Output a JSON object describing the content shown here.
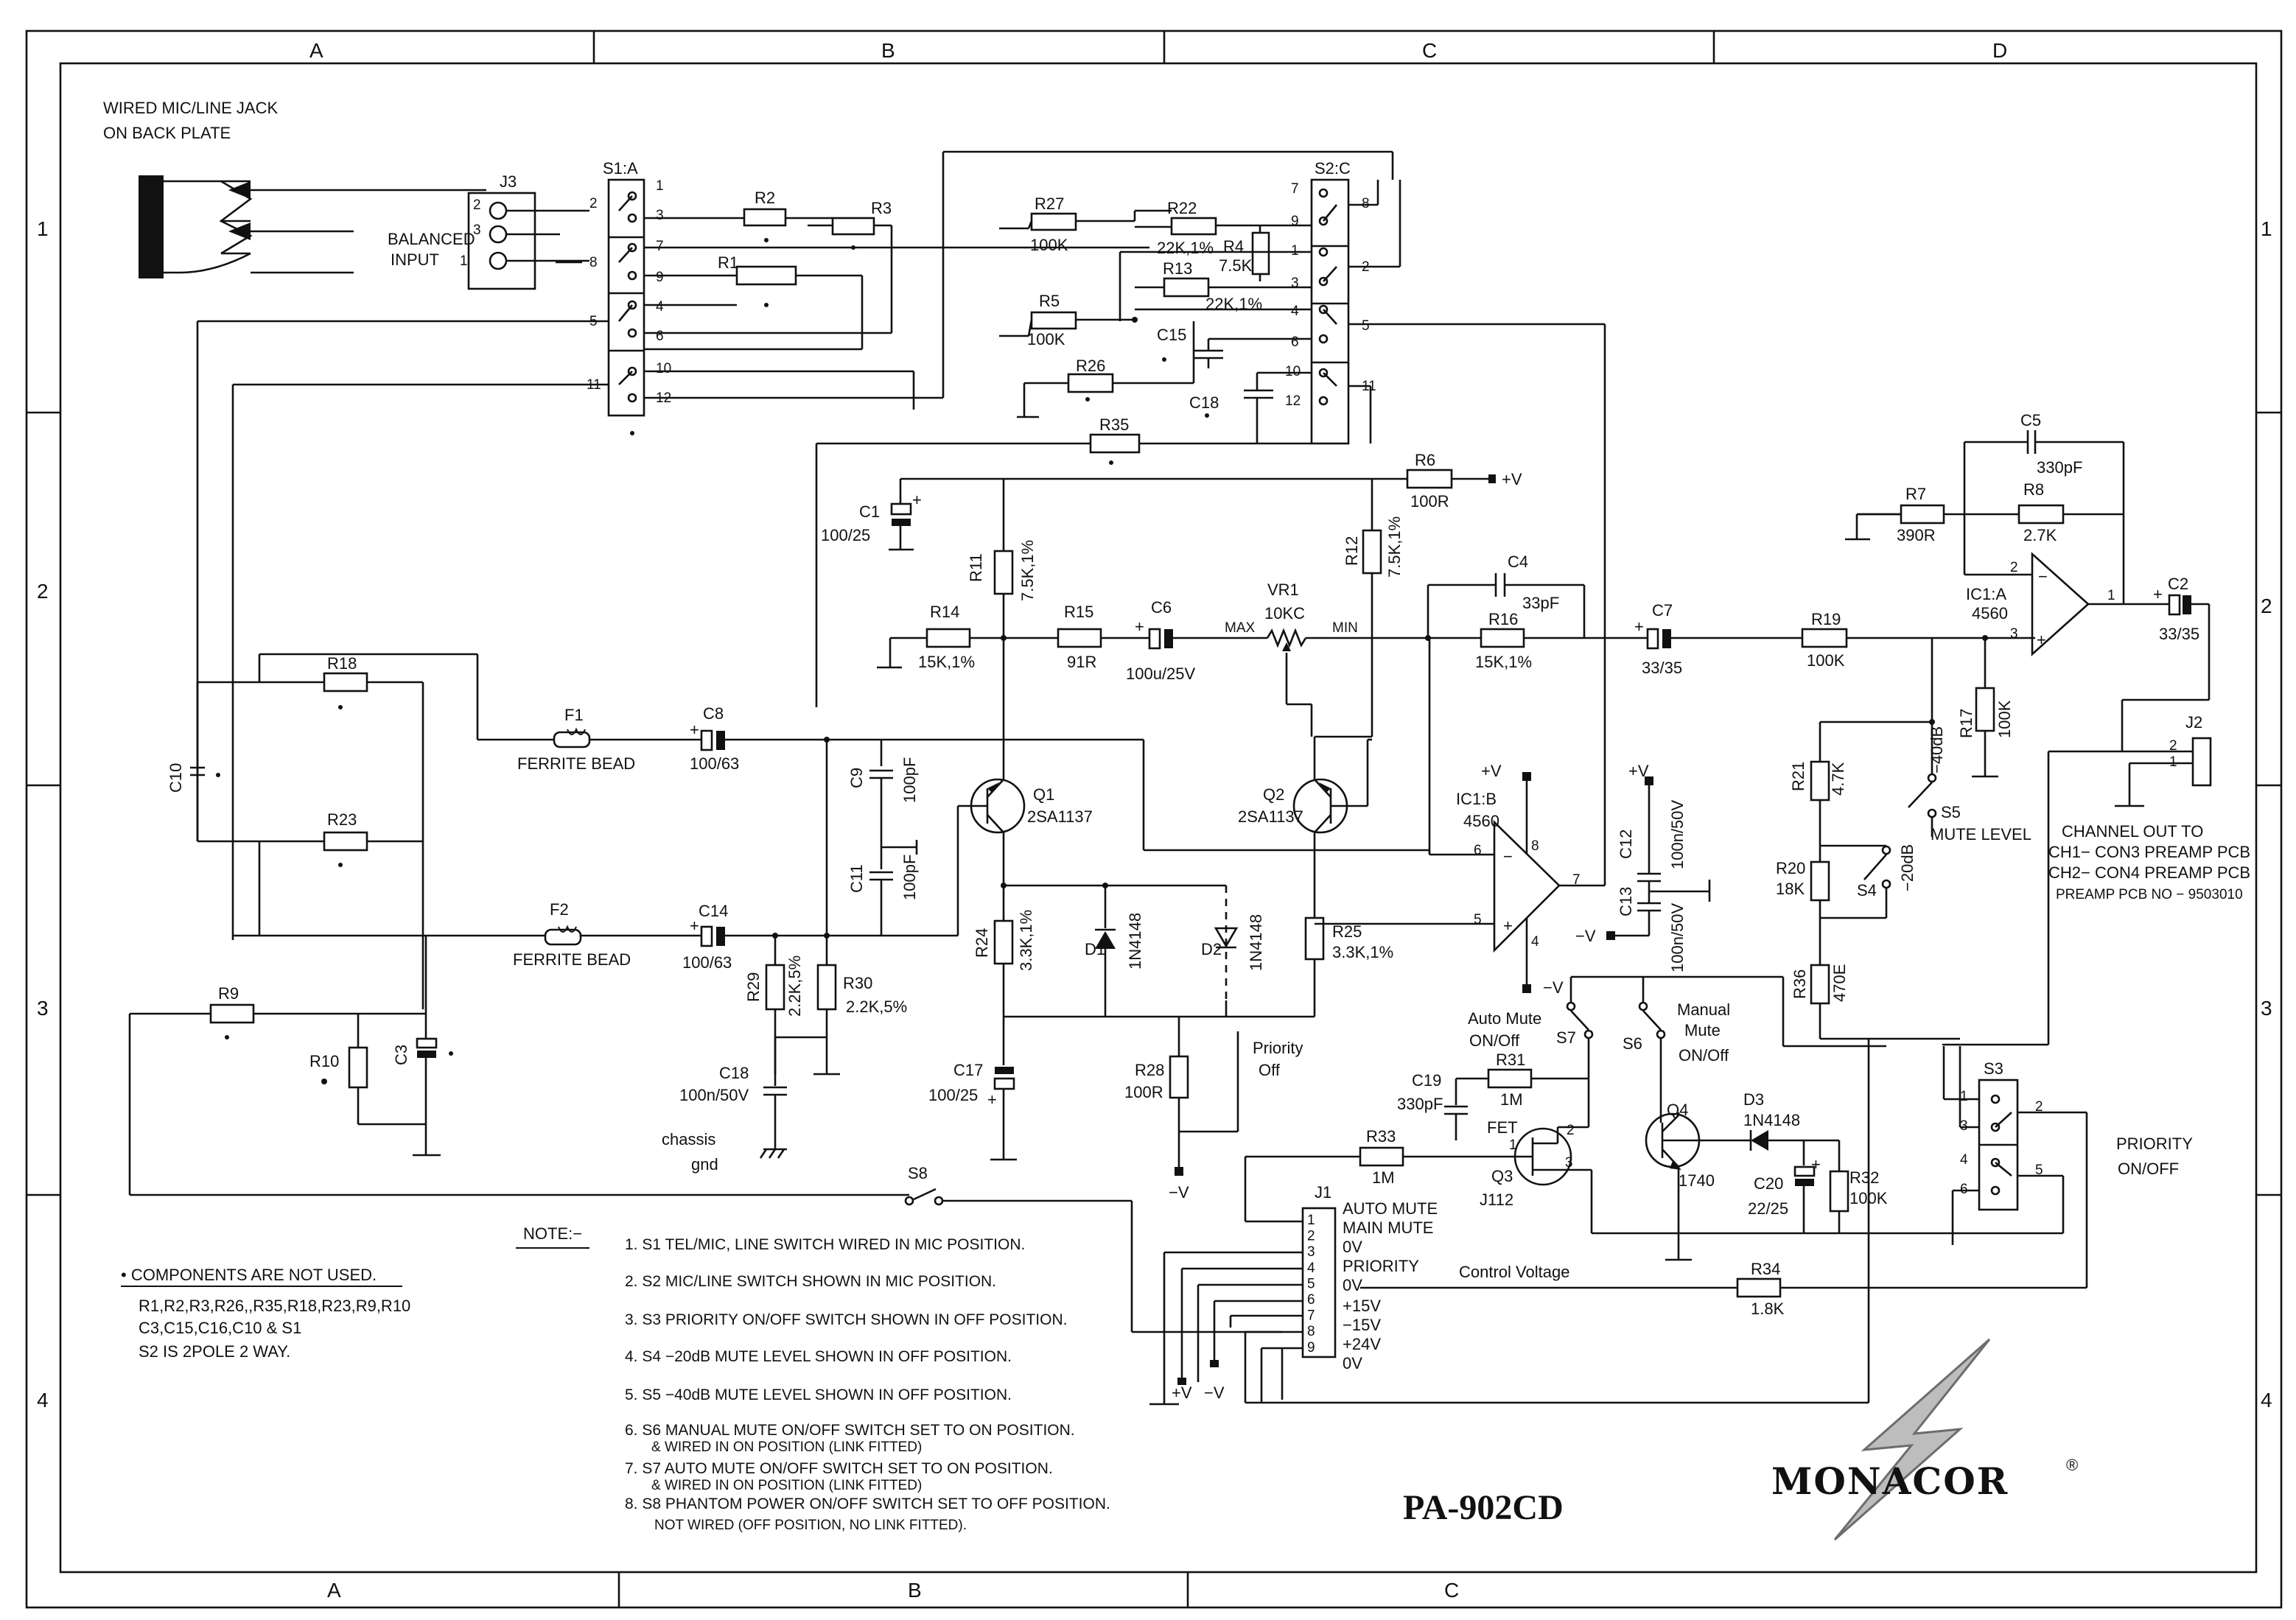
{
  "title_block": {
    "model": "PA-902CD",
    "brand": "MONACOR",
    "brand_mark": "®"
  },
  "grid": {
    "top_cols": [
      "A",
      "B",
      "C",
      "D"
    ],
    "bottom_cols": [
      "A",
      "B",
      "C"
    ],
    "rows": [
      "1",
      "2",
      "3",
      "4"
    ]
  },
  "header_note": [
    "WIRED MIC/LINE JACK",
    "ON BACK PLATE"
  ],
  "connectors": {
    "j3": "J3",
    "balanced": [
      "BALANCED",
      "INPUT"
    ],
    "j3_pins": [
      "2",
      "3",
      "1"
    ],
    "j2": "J2",
    "j2_pins": [
      "1",
      "2"
    ],
    "j1": "J1",
    "j1_pins": [
      "1",
      "2",
      "3",
      "4",
      "5",
      "6",
      "7",
      "8",
      "9"
    ],
    "j1_labels": [
      "AUTO MUTE",
      "MAIN MUTE",
      "0V",
      "PRIORITY",
      "0V",
      "+15V",
      "−15V",
      "+24V",
      "0V"
    ]
  },
  "switches": {
    "s1a": "S1:A",
    "s1_pins": [
      "1",
      "2",
      "3",
      "7",
      "8",
      "9",
      "4",
      "5",
      "6",
      "10",
      "11",
      "12"
    ],
    "s2c": "S2:C",
    "s2_pins": [
      "7",
      "8",
      "9",
      "1",
      "2",
      "3",
      "4",
      "5",
      "6",
      "10",
      "11",
      "12"
    ],
    "s3": "S3",
    "s3_pins": [
      "1",
      "2",
      "3",
      "4",
      "5",
      "6"
    ],
    "s4": "S4",
    "s4_label": "−20dB",
    "s5": "S5",
    "s5_label": "−40dB",
    "s5_desc": "MUTE LEVEL",
    "s6": "S6",
    "s6_desc": [
      "Manual",
      "Mute",
      "ON/Off"
    ],
    "s7": "S7",
    "s7_desc": [
      "Auto Mute",
      "ON/Off"
    ],
    "s8": "S8",
    "priority": [
      "PRIORITY",
      "ON/OFF"
    ],
    "priority_off": [
      "Priority",
      "Off"
    ]
  },
  "components": {
    "R1": "R1",
    "R2": "R2",
    "R3": "R3",
    "R27": "R27",
    "R27v": "100K",
    "R22": "R22",
    "R22v": "22K,1%",
    "R4": "R4",
    "R4v": "7.5K",
    "R13": "R13",
    "R13v": "22K,1%",
    "R5": "R5",
    "R5v": "100K",
    "C15": "C15",
    "R26": "R26",
    "C18a": "C18",
    "R35": "R35",
    "R6": "R6",
    "R6v": "100R",
    "C1": "C1",
    "C1v": "100/25",
    "R11": "R11",
    "R11v": "7.5K,1%",
    "R12": "R12",
    "R12v": "7.5K,1%",
    "C4": "C4",
    "C4v": "33pF",
    "R14": "R14",
    "R14v": "15K,1%",
    "R15": "R15",
    "R15v": "91R",
    "C6": "C6",
    "C6v": "100u/25V",
    "VR1": "VR1",
    "VR1v": "10KC",
    "MAX": "MAX",
    "MIN": "MIN",
    "R16": "R16",
    "R16v": "15K,1%",
    "C7": "C7",
    "C7v": "33/35",
    "R19": "R19",
    "R19v": "100K",
    "R17": "R17",
    "R17v": "100K",
    "C5": "C5",
    "C5v": "330pF",
    "R7": "R7",
    "R7v": "390R",
    "R8": "R8",
    "R8v": "2.7K",
    "IC1A": "IC1:A",
    "IC1Av": "4560",
    "C2": "C2",
    "C2v": "33/35",
    "R18": "R18",
    "R23": "R23",
    "C10": "C10",
    "F1": "F1",
    "F1v": "FERRITE BEAD",
    "F2": "F2",
    "F2v": "FERRITE BEAD",
    "C8": "C8",
    "C8v": "100/63",
    "C14": "C14",
    "C14v": "100/63",
    "C9": "C9",
    "C9v": "100pF",
    "C11": "C11",
    "C11v": "100pF",
    "Q1": "Q1",
    "Q1v": "2SA1137",
    "Q2": "Q2",
    "Q2v": "2SA1137",
    "IC1B": "IC1:B",
    "IC1Bv": "4560",
    "C12": "C12",
    "C12v": "100n/50V",
    "C13": "C13",
    "C13v": "100n/50V",
    "R21": "R21",
    "R21v": "4.7K",
    "R20": "R20",
    "R20v": "18K",
    "R36": "R36",
    "R36v": "470E",
    "R24": "R24",
    "R24v": "3.3K,1%",
    "D1": "D1",
    "D1v": "1N4148",
    "D2": "D2",
    "D2v": "1N4148",
    "R25": "R25",
    "R25v": "3.3K,1%",
    "R29": "R29",
    "R29v": "2.2K,5%",
    "R30": "R30",
    "R30v": "2.2K,5%",
    "C18b": "C18",
    "C18bv": "100n/50V",
    "C17": "C17",
    "C17v": "100/25",
    "R28": "R28",
    "R28v": "100R",
    "R9": "R9",
    "R10": "R10",
    "C3": "C3",
    "C19": "C19",
    "C19v": "330pF",
    "R31": "R31",
    "R31v": "1M",
    "R33": "R33",
    "R33v": "1M",
    "FET": "FET",
    "Q3": "Q3",
    "Q3v": "J112",
    "Q4": "Q4",
    "Q4v": "1740",
    "D3": "D3",
    "D3v": "1N4148",
    "C20": "C20",
    "C20v": "22/25",
    "R32": "R32",
    "R32v": "100K",
    "R34": "R34",
    "R34v": "1.8K"
  },
  "rails": {
    "pv": "+V",
    "nv": "−V",
    "chassis": [
      "chassis",
      "gnd"
    ]
  },
  "labels": {
    "ctrl_voltage": "Control Voltage",
    "channel_out": [
      "CHANNEL OUT TO",
      "CH1− CON3 PREAMP PCB",
      "CH2− CON4 PREAMP PCB",
      "PREAMP PCB NO − 9503010"
    ],
    "ic_pins": {
      "p1": "1",
      "p2": "2",
      "p3": "3",
      "p4": "4",
      "p5": "5",
      "p6": "6",
      "p7": "7",
      "p8": "8"
    },
    "fet_pins": {
      "p1": "1",
      "p2": "2",
      "p3": "3"
    }
  },
  "not_used": {
    "heading": "• COMPONENTS ARE NOT USED.",
    "lines": [
      "R1,R2,R3,R26,,R35,R18,R23,R9,R10",
      "C3,C15,C16,C10 & S1",
      "S2 IS 2POLE 2 WAY."
    ]
  },
  "notes": {
    "heading": "NOTE:−",
    "items": [
      "1.  S1 TEL/MIC, LINE SWITCH WIRED IN MIC POSITION.",
      "2.  S2 MIC/LINE SWITCH SHOWN IN MIC POSITION.",
      "3.  S3 PRIORITY ON/OFF SWITCH SHOWN IN OFF POSITION.",
      "4.  S4 −20dB MUTE LEVEL SHOWN IN OFF POSITION.",
      "5.  S5 −40dB MUTE LEVEL SHOWN IN OFF POSITION.",
      "6.  S6 MANUAL MUTE ON/OFF SWITCH SET TO ON POSITION.",
      "& WIRED IN ON POSITION (LINK FITTED)",
      "7.  S7 AUTO MUTE ON/OFF SWITCH SET TO ON POSITION.",
      "& WIRED IN ON POSITION (LINK FITTED)",
      "8.  S8 PHANTOM POWER ON/OFF SWITCH SET TO OFF POSITION.",
      "NOT WIRED (OFF POSITION, NO LINK FITTED)."
    ]
  }
}
